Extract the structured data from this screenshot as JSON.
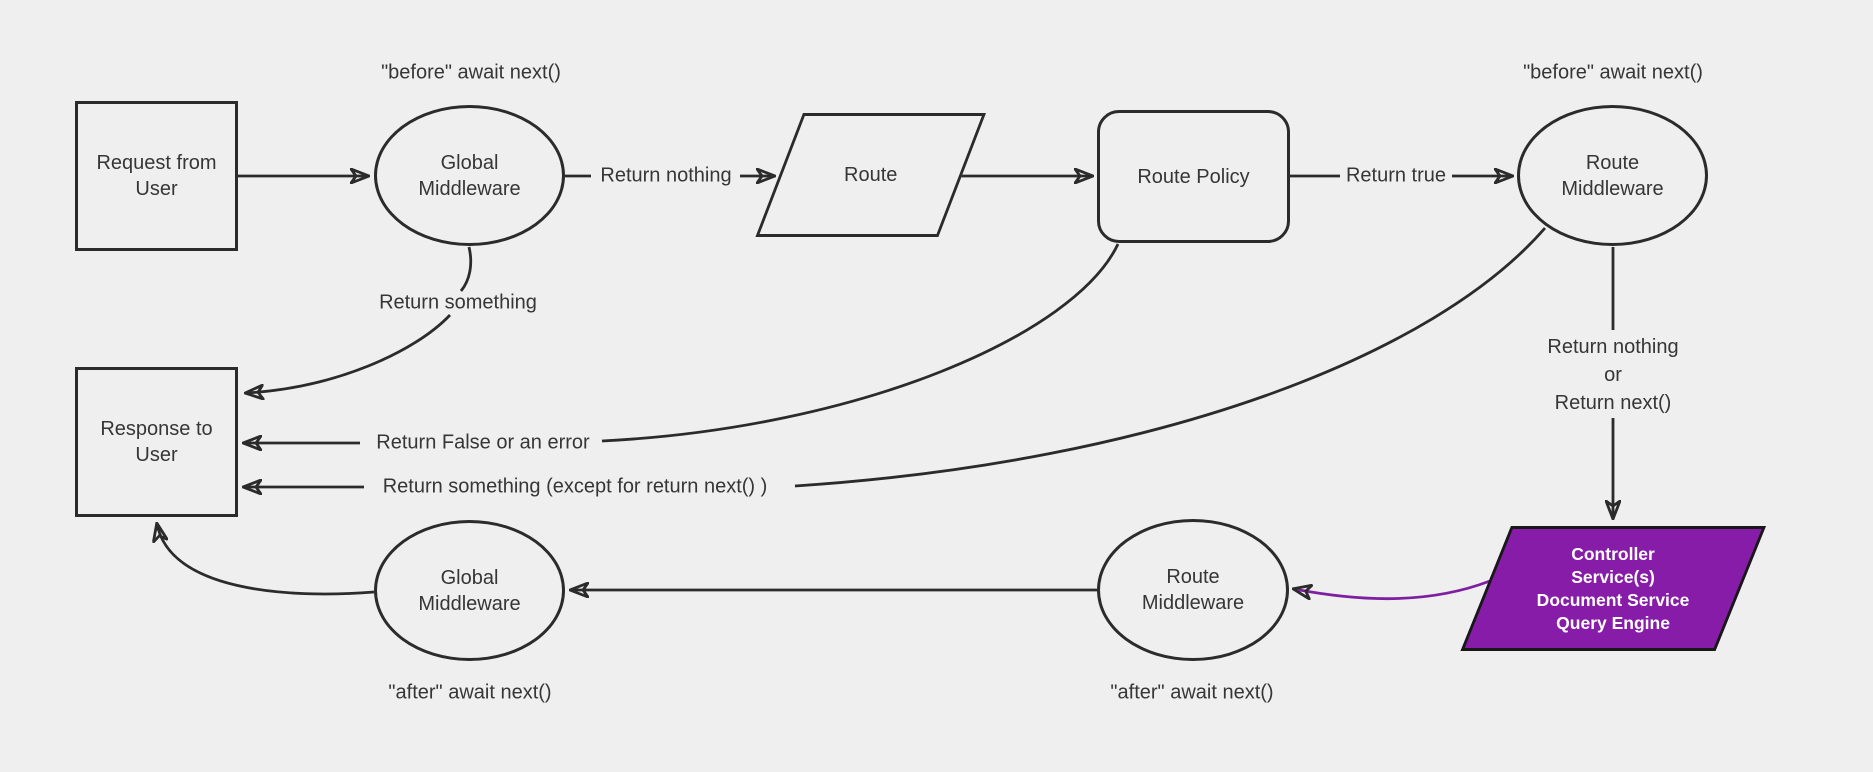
{
  "diagram": {
    "background_color": "#efefef",
    "line_color": "#2b2b2b",
    "text_color": "#363636",
    "accent_purple_fill": "#871ca8",
    "accent_purple_line": "#7e1fa2",
    "nodes": {
      "request": {
        "label": "Request from User",
        "shape": "rectangle"
      },
      "global_middleware_top": {
        "label": "Global Middleware",
        "shape": "ellipse",
        "annotation": "\"before\" await next()"
      },
      "route": {
        "label": "Route",
        "shape": "parallelogram"
      },
      "route_policy": {
        "label": "Route Policy",
        "shape": "rounded-rectangle"
      },
      "route_middleware_top": {
        "label": "Route Middleware",
        "shape": "ellipse",
        "annotation": "\"before\" await next()"
      },
      "response": {
        "label": "Response to User",
        "shape": "rectangle"
      },
      "global_middleware_bottom": {
        "label": "Global Middleware",
        "shape": "ellipse",
        "annotation": "\"after\" await next()"
      },
      "route_middleware_bottom": {
        "label": "Route Middleware",
        "shape": "ellipse",
        "annotation": "\"after\" await next()"
      },
      "controller": {
        "shape": "parallelogram",
        "lines": [
          "Controller",
          "Service(s)",
          "Document Service",
          "Query Engine"
        ]
      }
    },
    "edge_labels": {
      "return_nothing": "Return nothing",
      "return_true": "Return true",
      "return_something": "Return something",
      "return_false": "Return False or an error",
      "return_something_except": "Return something (except for return next() )",
      "return_nothing_or_next": {
        "lines": [
          "Return nothing",
          "or",
          "Return next()"
        ]
      }
    }
  }
}
